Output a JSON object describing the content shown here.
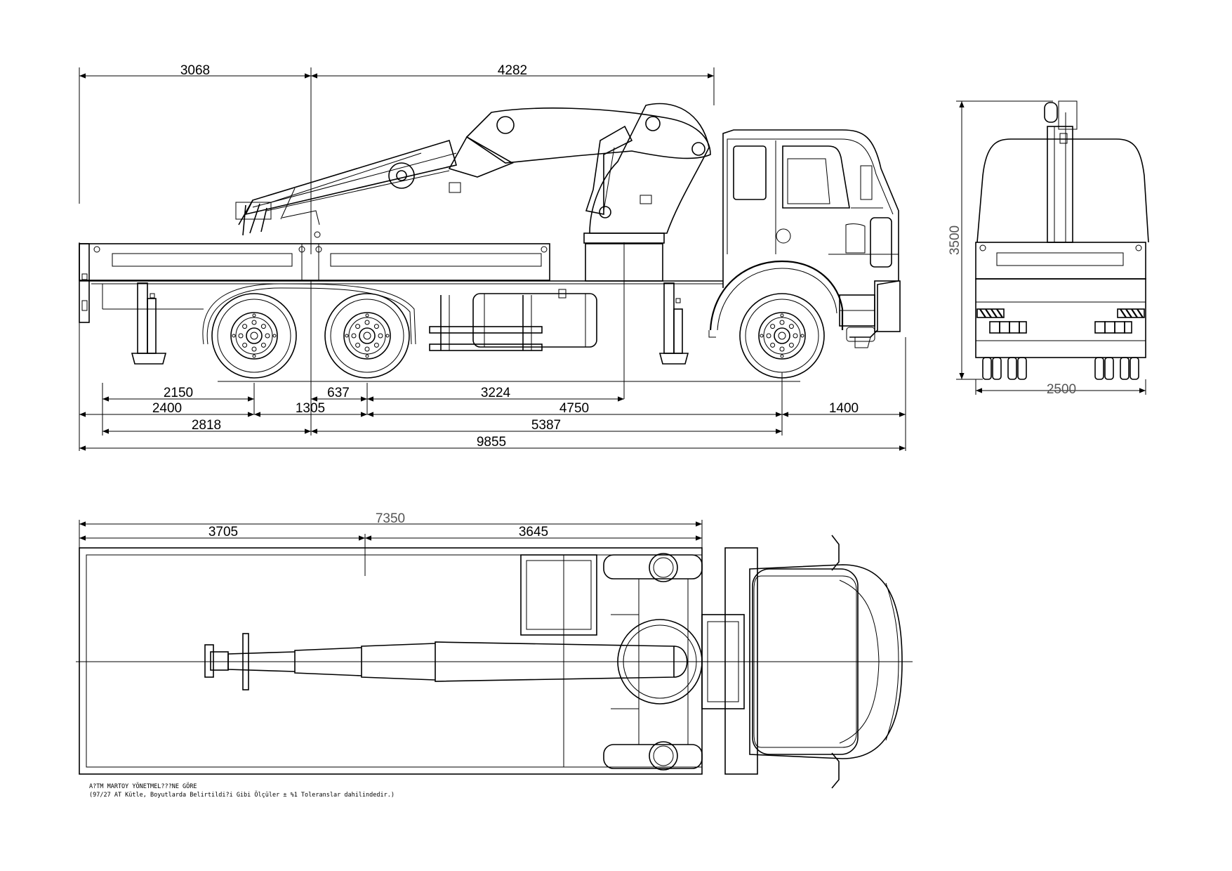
{
  "side_view": {
    "dims_top": [
      "3068",
      "4282"
    ],
    "dims_bottom_row1": [
      "2150",
      "637",
      "3224"
    ],
    "dims_bottom_row2": [
      "2400",
      "1305",
      "4750",
      "1400"
    ],
    "dims_bottom_row3": [
      "2818",
      "5387"
    ],
    "dims_bottom_row4": [
      "9855"
    ]
  },
  "rear_view": {
    "height": "3500",
    "width": "2500"
  },
  "top_view": {
    "overall": "7350",
    "parts": [
      "3705",
      "3645"
    ]
  },
  "notes": {
    "line1": "A?TM MARTOY YÖNETMEL???NE GÖRE",
    "line2": "(97/27 AT Kütle, Boyutlarda Belirtildi?i Gibi Ölçüler  ± %1 Toleranslar dahilindedir.)"
  },
  "colors": {
    "line": "#000000",
    "background": "#ffffff"
  }
}
